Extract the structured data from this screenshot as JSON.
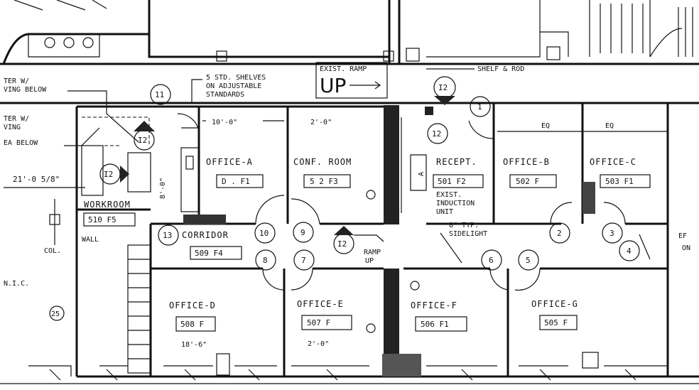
{
  "rooms": [
    {
      "name": "OFFICE-A",
      "tag": "D . F1"
    },
    {
      "name": "CONF. ROOM",
      "tag": "5 2 F3"
    },
    {
      "name": "RECEPT.",
      "tag": "501 F2"
    },
    {
      "name": "OFFICE-B",
      "tag": "502 F"
    },
    {
      "name": "OFFICE-C",
      "tag": "503 F1"
    },
    {
      "name": "WORKROOM",
      "tag": "510 F5"
    },
    {
      "name": "CORRIDOR",
      "tag": "509 F4"
    },
    {
      "name": "OFFICE-D",
      "tag": "508 F"
    },
    {
      "name": "OFFICE-E",
      "tag": "507 F"
    },
    {
      "name": "OFFICE-F",
      "tag": "506 F1"
    },
    {
      "name": "OFFICE-G",
      "tag": "505 F"
    }
  ],
  "door_numbers": [
    "1",
    "2",
    "3",
    "4",
    "6",
    "5",
    "7",
    "8",
    "9",
    "10",
    "13",
    "11",
    "12"
  ],
  "section_marks": [
    "I2",
    "I2",
    "I2",
    "I2"
  ],
  "notes": {
    "ramp": "EXIST. RAMP",
    "up": "UP",
    "shelf": "SHELF & ROD",
    "shelves1": "5 STD. SHELVES",
    "shelves2": "ON ADJUSTABLE",
    "shelves3": "STANDARDS",
    "eq1": "EQ",
    "eq2": "EQ",
    "dim_10": "10'-0\"",
    "dim_2a": "2'-0\"",
    "dim_2b": "2'-0\"",
    "dim_21": "21'-0 5/8\"",
    "dim_8": "8'-0\"",
    "dim_18": "18'-6\"",
    "exist_unit1": "EXIST.",
    "exist_unit2": "INDUCTION",
    "exist_unit3": "UNIT",
    "sidelight1": "8\" TYP.",
    "sidelight2": "SIDELIGHT",
    "ramp_up1": "RAMP",
    "ramp_up2": "UP",
    "col": "COL.",
    "nic": "N.I.C.",
    "left1": "TER W/",
    "left2": "VING BELOW",
    "left3": "TER W/",
    "left4": "VING",
    "left5": "EA BELOW",
    "wall": "WALL",
    "right1": "EF",
    "right2": "ON",
    "marker": "25"
  }
}
